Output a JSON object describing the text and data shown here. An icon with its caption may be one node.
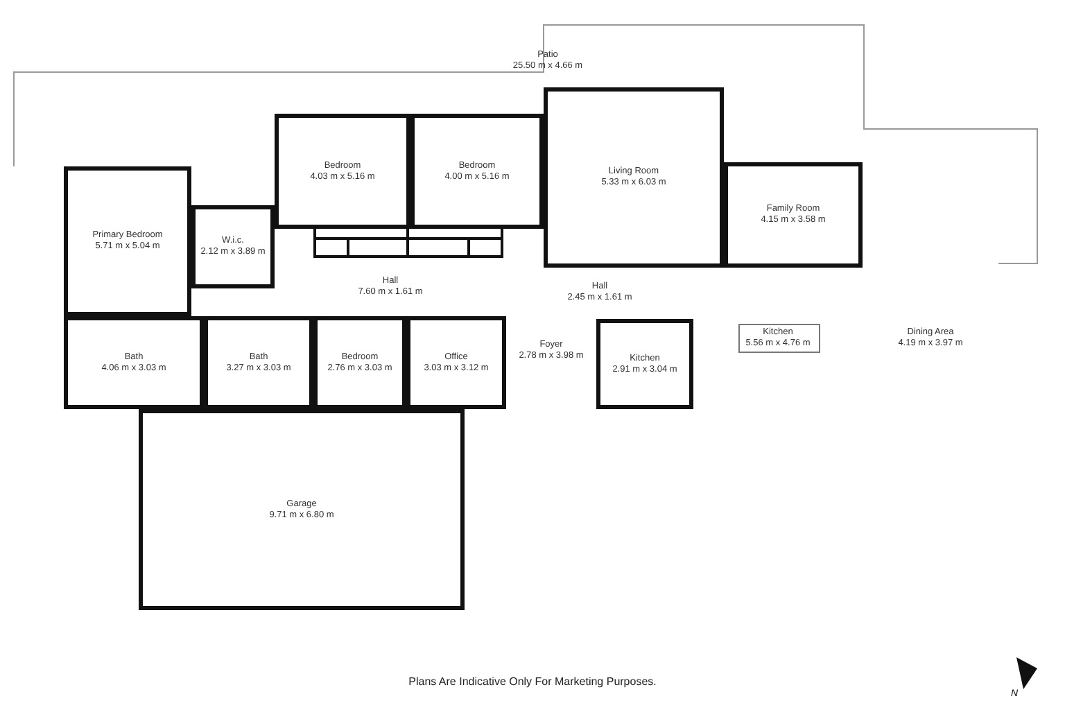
{
  "diagram": {
    "caption": "Plans Are Indicative Only For Marketing Purposes.",
    "nodes": [
      {
        "text": [
          "Patio",
          "25.50 m x 4.66 m"
        ]
      },
      {
        "text": [
          "Bedroom",
          "4.03 m x 5.16 m"
        ]
      },
      {
        "text": [
          "Bedroom",
          "4.00 m x 5.16 m"
        ]
      },
      {
        "text": [
          "Living Room",
          "5.33 m x 6.03 m"
        ]
      },
      {
        "text": [
          "Family Room",
          "4.15 m x 3.58 m"
        ]
      },
      {
        "text": [
          "W.i.c.",
          "2.12 m x 3.89 m"
        ]
      },
      {
        "text": [
          "Primary Bedroom",
          "5.71 m x 5.04 m"
        ]
      },
      {
        "text": [
          "Hall",
          "7.60 m x 1.61 m"
        ]
      },
      {
        "text": [
          "Hall",
          "2.45 m x 1.61 m"
        ]
      },
      {
        "text": [
          "Kitchen",
          "5.56 m x 4.76 m"
        ]
      },
      {
        "text": [
          "Dining Area",
          "4.19 m x 3.97 m"
        ]
      },
      {
        "text": [
          "Foyer",
          "2.78 m x 3.98 m"
        ]
      },
      {
        "text": [
          "Bath",
          "4.06 m x 3.03 m"
        ]
      },
      {
        "text": [
          "Bath",
          "3.27 m x 3.03 m"
        ]
      },
      {
        "text": [
          "Bedroom",
          "2.76 m x 3.03 m"
        ]
      },
      {
        "text": [
          "Office",
          "3.03 m x 3.12 m"
        ]
      },
      {
        "text": [
          "Kitchen",
          "2.91 m x 3.04 m"
        ]
      },
      {
        "text": [
          "Garage",
          "9.71 m x 6.80 m"
        ]
      }
    ],
    "labels": [
      "N"
    ]
  }
}
